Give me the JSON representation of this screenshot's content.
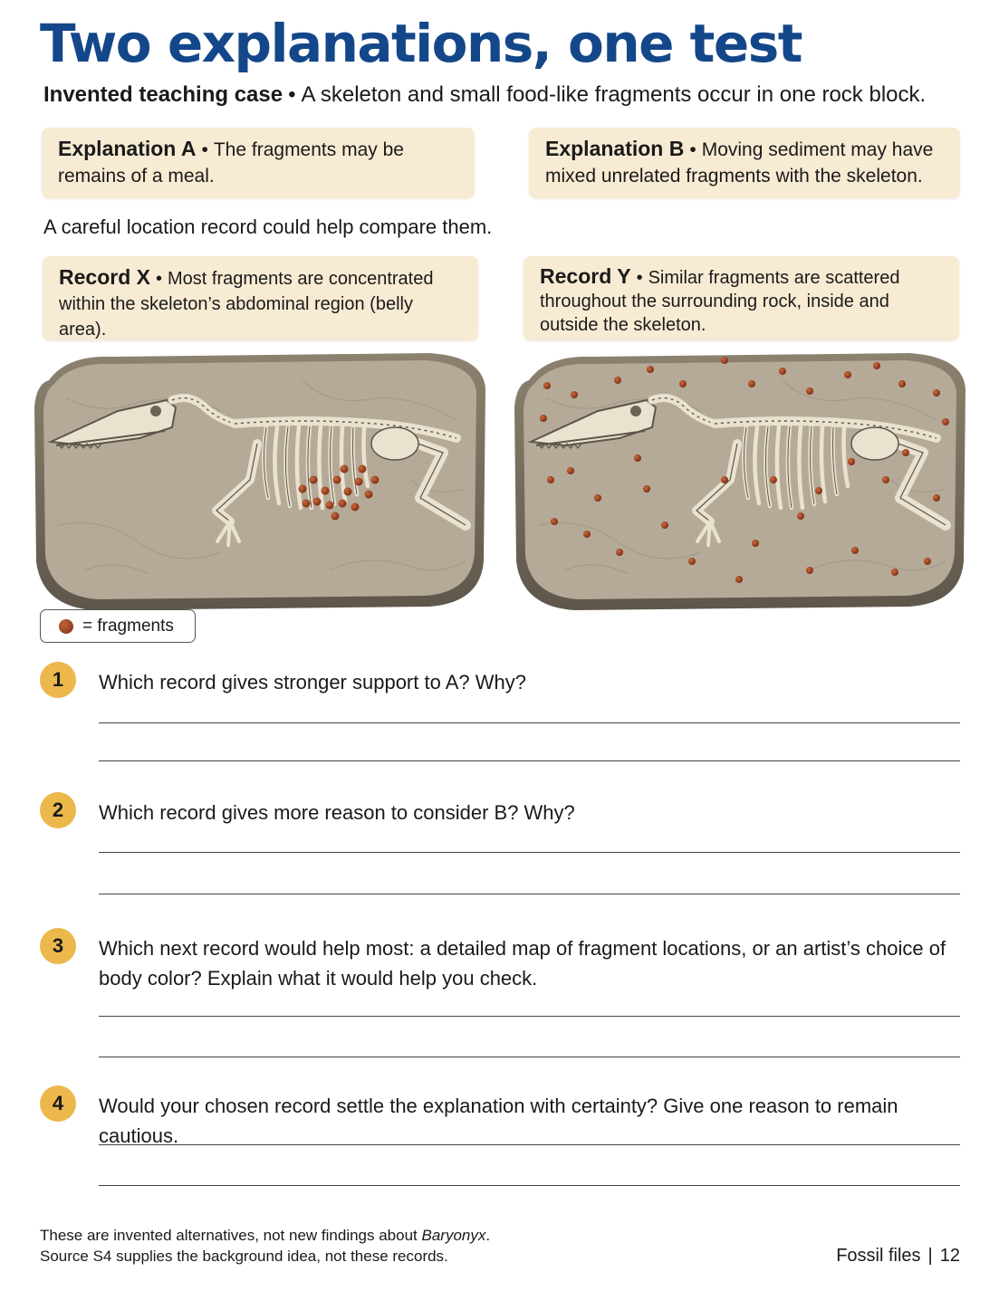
{
  "title": "Two explanations, one test",
  "subtitle": {
    "label": "Invented teaching case",
    "bullet": "•",
    "text": "A skeleton and small food-like fragments occur in one rock block."
  },
  "explanations": [
    {
      "label": "Explanation A",
      "text": "The fragments may be remains of a meal."
    },
    {
      "label": "Explanation B",
      "text": "Moving sediment may have mixed unrelated fragments with the skeleton."
    }
  ],
  "mid_text": "A careful location record could help compare them.",
  "records": [
    {
      "label": "Record X",
      "text": "Most fragments are concentrated within the skeleton’s abdominal region (belly area)."
    },
    {
      "label": "Record Y",
      "text": "Similar fragments are scattered throughout the surrounding rock, inside and outside the skeleton."
    }
  ],
  "legend": {
    "text": "= fragments"
  },
  "questions": [
    {
      "num": "1",
      "text": "Which record gives stronger support to A? Why?"
    },
    {
      "num": "2",
      "text": "Which record gives more reason to consider B? Why?"
    },
    {
      "num": "3",
      "text": "Which next record would help most: a detailed map of fragment locations, or an artist’s choice of body color? Explain what it would help you check."
    },
    {
      "num": "4",
      "text": "Would your chosen record settle the explanation with certainty? Give one reason to remain cautious."
    }
  ],
  "footer": {
    "line1_pre": "These are invented alternatives, not new findings about ",
    "line1_italic": "Baryonyx",
    "line1_post": ".",
    "line2": "Source S4 supplies the background idea, not these records.",
    "section": "Fossil files",
    "page": "12"
  },
  "colors": {
    "title": "#14478a",
    "card": "#f8ebd3",
    "badge": "#ecb84c",
    "fragment": "#a24a24",
    "rock": "#b4aa99"
  }
}
